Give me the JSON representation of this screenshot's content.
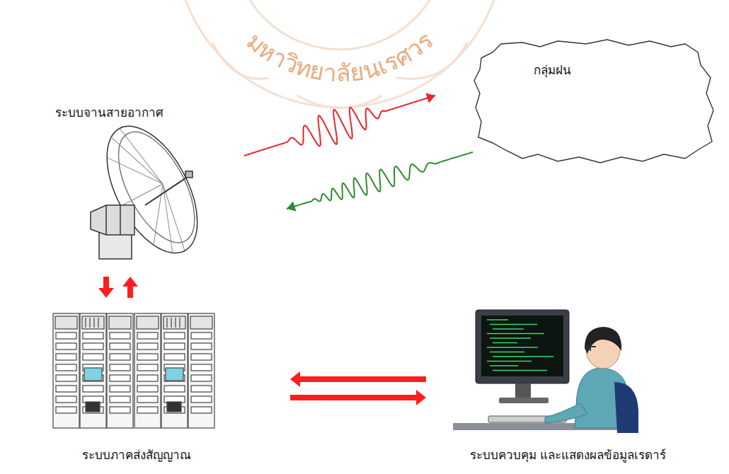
{
  "diagram": {
    "nodes": [
      {
        "text": [
          "ระบบจานสายอากาศ"
        ]
      },
      {
        "text": [
          "กลุ่มฝน"
        ]
      },
      {
        "text": [
          "ระบบภาคส่งสัญญาณ"
        ]
      },
      {
        "text": [
          "ระบบควบคุม และแสดงผลข้อมูลเรดาร์"
        ]
      }
    ],
    "edges": [
      {
        "from": 0,
        "to": 1,
        "arrow": "to"
      },
      {
        "from": 1,
        "to": 0,
        "arrow": "to"
      },
      {
        "from": 0,
        "to": 2,
        "arrow": "both"
      },
      {
        "from": 2,
        "to": 3,
        "arrow": "both"
      }
    ],
    "labels": [
      "มหาวิทยาลัยนเรศวร"
    ]
  }
}
